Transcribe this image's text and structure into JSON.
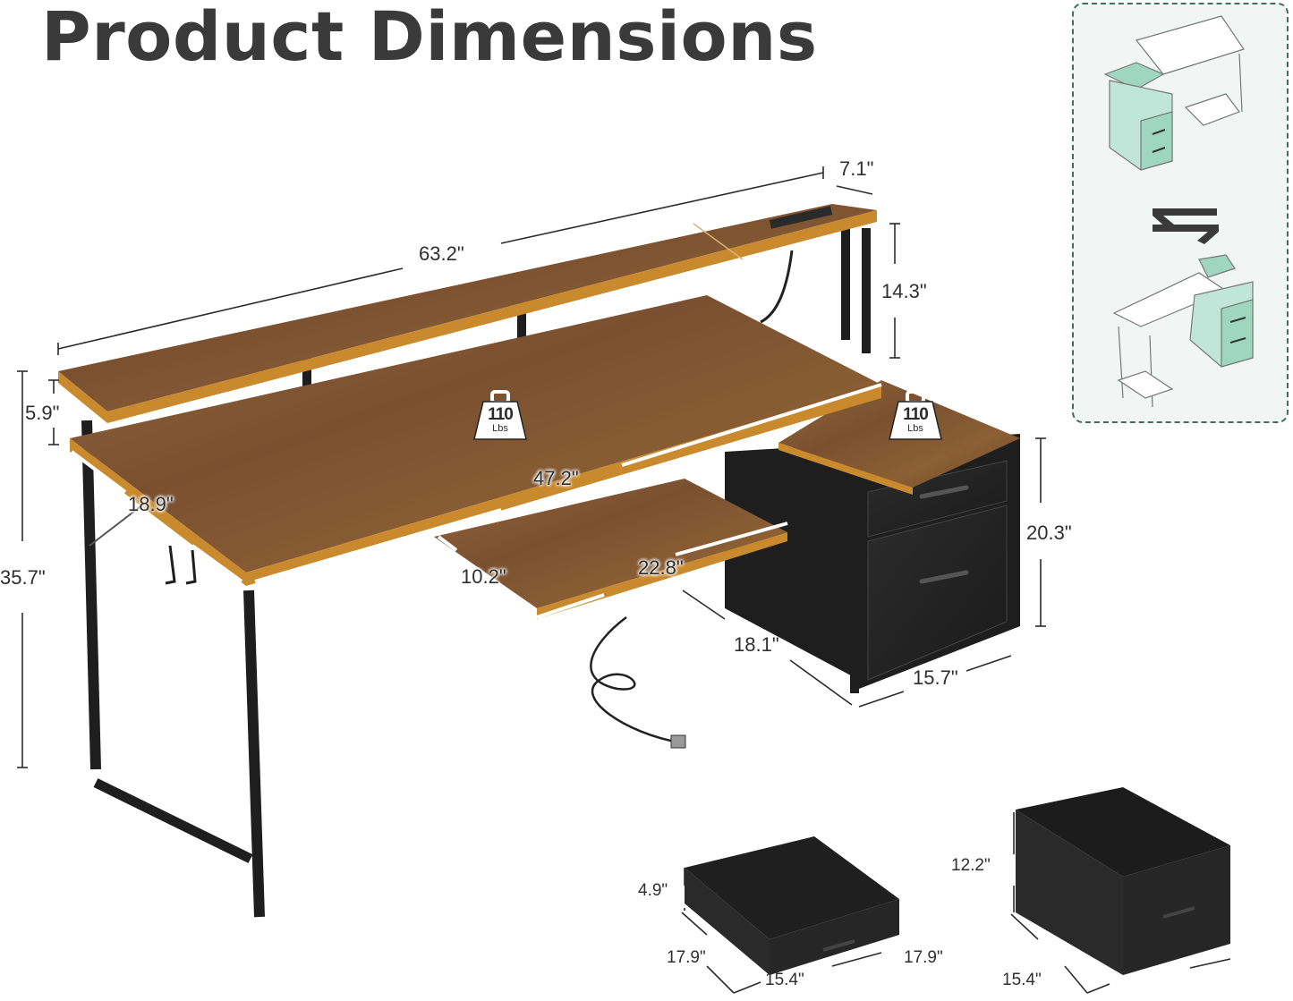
{
  "title": "Product Dimensions",
  "colors": {
    "title": "#3a3a3a",
    "wood": "#8a5a2e",
    "wood_edge": "#c98a2e",
    "frame": "#1e1e1e",
    "panel_bg": "#f1f6f4",
    "panel_border": "#3f6f60",
    "panel_accent": "#9fd6c2"
  },
  "desk_dimensions": {
    "total_width": "63.2\"",
    "riser_depth": "7.1\"",
    "riser_height": "14.3\"",
    "monitor_shelf_gap": "5.9\"",
    "desk_depth": "18.9\"",
    "desk_width": "47.2\"",
    "desk_height": "35.7\"",
    "keyboard_tray_depth": "10.2\"",
    "keyboard_tray_width": "22.8\"",
    "cabinet_height": "20.3\"",
    "cabinet_depth": "18.1\"",
    "cabinet_width": "15.7\""
  },
  "load_badges": [
    {
      "value": "110",
      "unit": "Lbs"
    },
    {
      "value": "110",
      "unit": "Lbs"
    }
  ],
  "drawers": [
    {
      "height": "4.9\"",
      "depth": "17.9\"",
      "width": "15.4\""
    },
    {
      "height": "12.2\"",
      "depth": "17.9\"",
      "width": "15.4\""
    }
  ],
  "reversible_panel": {
    "icon": "swap-arrows-icon"
  }
}
